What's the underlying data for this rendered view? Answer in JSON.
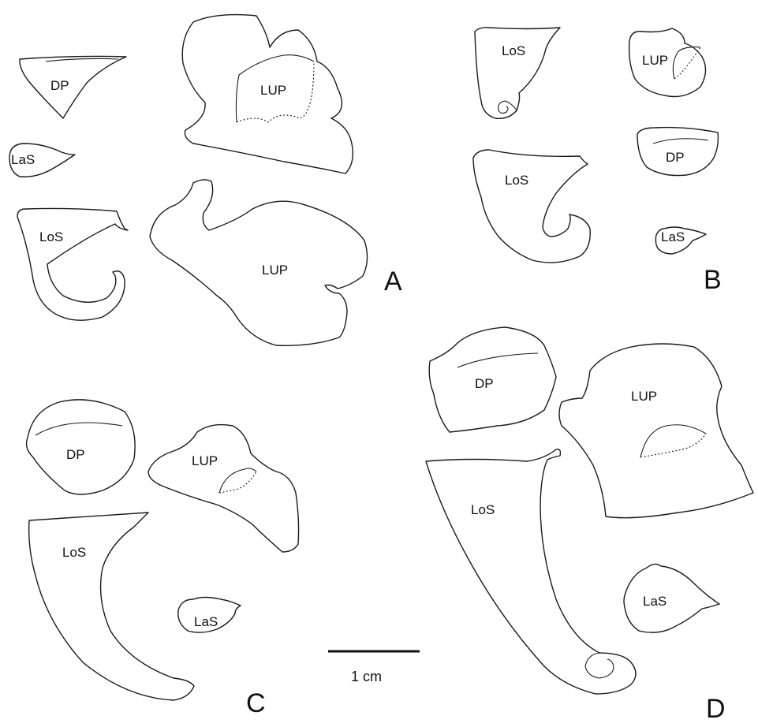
{
  "labels": {
    "DP": "DP",
    "LaS": "LaS",
    "LoS": "LoS",
    "LUP": "LUP"
  },
  "panels": [
    "A",
    "B",
    "C",
    "D"
  ],
  "scale_bar": "1 cm"
}
